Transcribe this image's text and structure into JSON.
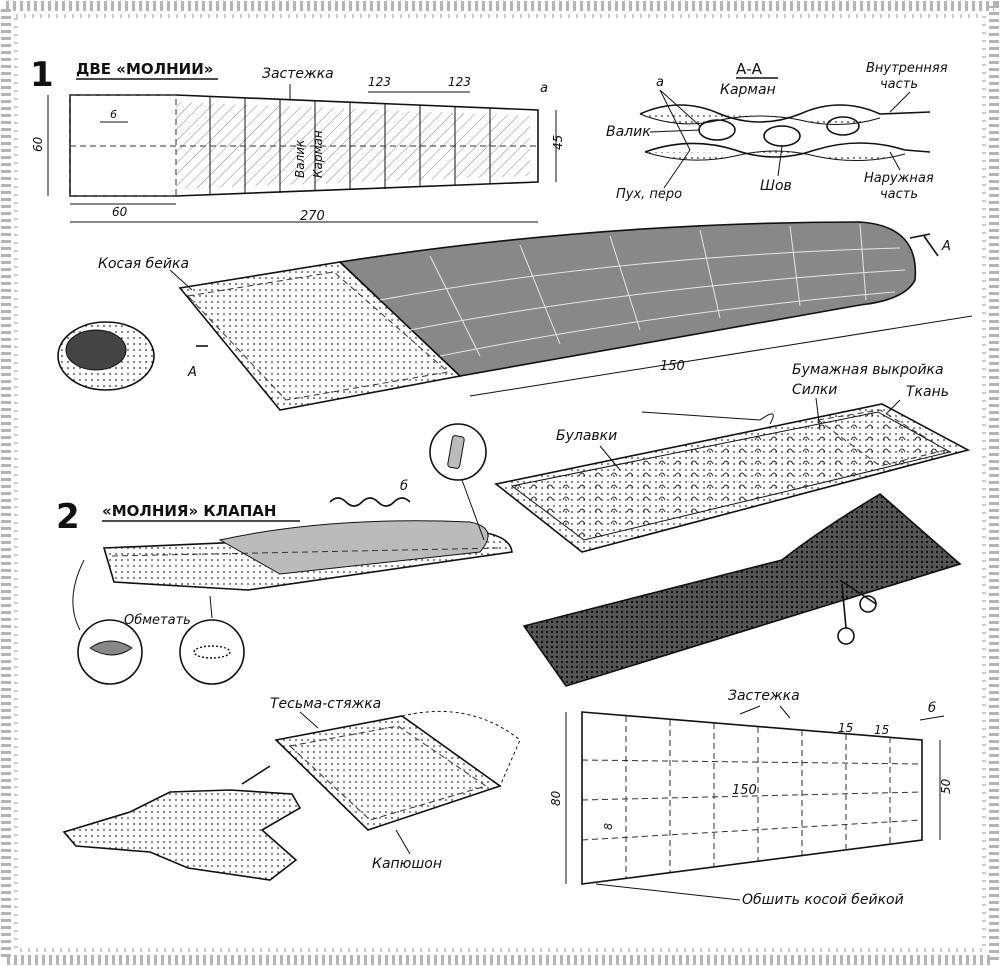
{
  "fig1": {
    "number": "1",
    "title": "ДВЕ «МОЛНИИ»",
    "zastezhka": "Застежка",
    "dim_123_a": "123",
    "dim_123_b": "123",
    "dim_a": "а",
    "dim_6": "6",
    "dim_60_left": "60",
    "dim_60_bottom": "60",
    "dim_270": "270",
    "dim_45": "45",
    "valik": "Валик",
    "karman": "Карман"
  },
  "section": {
    "title": "А-А",
    "a": "а",
    "karman": "Карман",
    "vnutr1": "Внутренняя",
    "vnutr2": "часть",
    "valik": "Валик",
    "puh": "Пух, перо",
    "shov": "Шов",
    "naruzh1": "Наружная",
    "naruzh2": "часть"
  },
  "bag1": {
    "kosaya": "Косая бейка",
    "marker_a_left": "А",
    "marker_a_right": "А",
    "dim_150": "150"
  },
  "pattern": {
    "bumazhnaya": "Бумажная выкройка",
    "silki": "Силки",
    "tkan": "Ткань",
    "bulavki": "Булавки"
  },
  "fig2": {
    "number": "2",
    "title": "«МОЛНИЯ» КЛАПАН",
    "b": "б",
    "obmetat": "Обметать"
  },
  "hood": {
    "tesma": "Тесьма-стяжка",
    "kapyushon": "Капюшон"
  },
  "lower": {
    "zastezhka": "Застежка",
    "b": "б",
    "dim_15a": "15",
    "dim_15b": "15",
    "dim_150": "150",
    "dim_80": "80",
    "dim_50": "50",
    "dim_8": "8",
    "obshit": "Обшить косой бейкой"
  }
}
